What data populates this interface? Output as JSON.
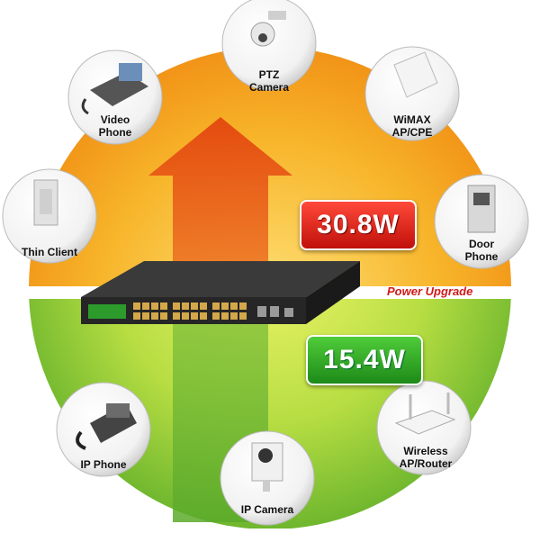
{
  "power": {
    "high": "30.8W",
    "low": "15.4W",
    "upgrade_label": "Power Upgrade"
  },
  "devices": {
    "ptz_camera": {
      "line1": "PTZ",
      "line2": "Camera"
    },
    "video_phone": {
      "line1": "Video",
      "line2": "Phone"
    },
    "wimax": {
      "line1": "WiMAX",
      "line2": "AP/CPE"
    },
    "thin_client": {
      "line1": "Thin Client"
    },
    "door_phone": {
      "line1": "Door",
      "line2": "Phone"
    },
    "ip_phone": {
      "line1": "IP Phone"
    },
    "wireless_router": {
      "line1": "Wireless",
      "line2": "AP/Router"
    },
    "ip_camera": {
      "line1": "IP Camera"
    }
  },
  "colors": {
    "high_badge": "#d8201a",
    "low_badge": "#2a9a22",
    "upgrade_text": "#d11a1a",
    "top_half": "#f6a21e",
    "bottom_half": "#8cc83a"
  }
}
